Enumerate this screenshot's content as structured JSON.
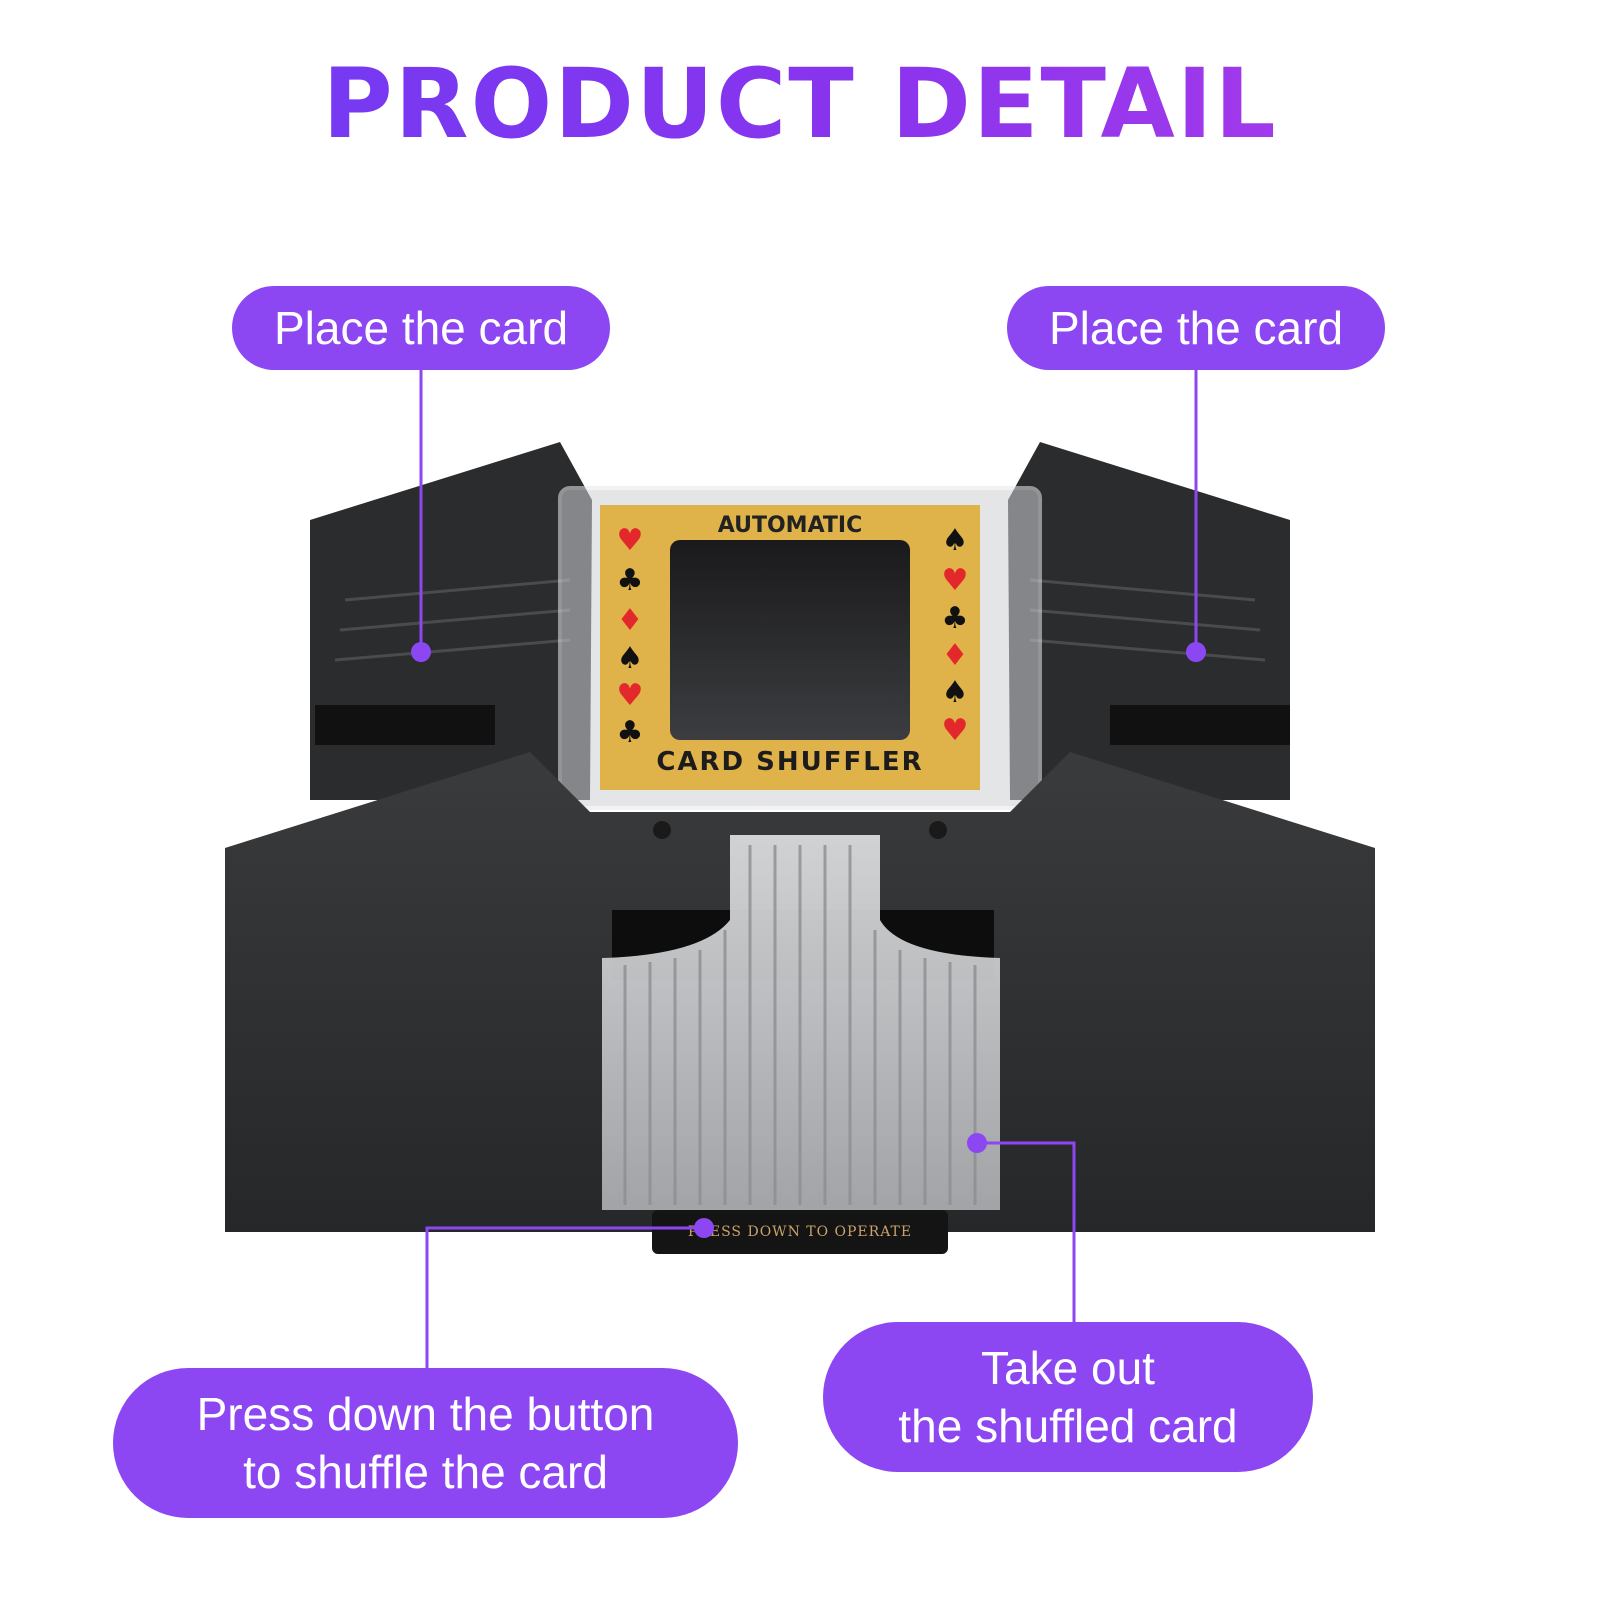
{
  "title": "PRODUCT DETAIL",
  "colors": {
    "title_start": "#6b3cf4",
    "title_end": "#b43ee8",
    "callout": "#8c47f2",
    "callout_text": "#ffffff",
    "shuffler_body": "#2e2f31",
    "card_face": "#e0b24a"
  },
  "callouts": {
    "top_left": "Place the card",
    "top_right": "Place the card",
    "bottom_left": {
      "line1": "Press down the button",
      "line2": "to shuffle the card"
    },
    "bottom_right": {
      "line1": "Take out",
      "line2": "the shuffled card"
    }
  },
  "product": {
    "card_top_text": "AUTOMATIC",
    "card_bottom_text": "CARD SHUFFLER",
    "button_text": "PRESS DOWN TO OPERATE"
  }
}
